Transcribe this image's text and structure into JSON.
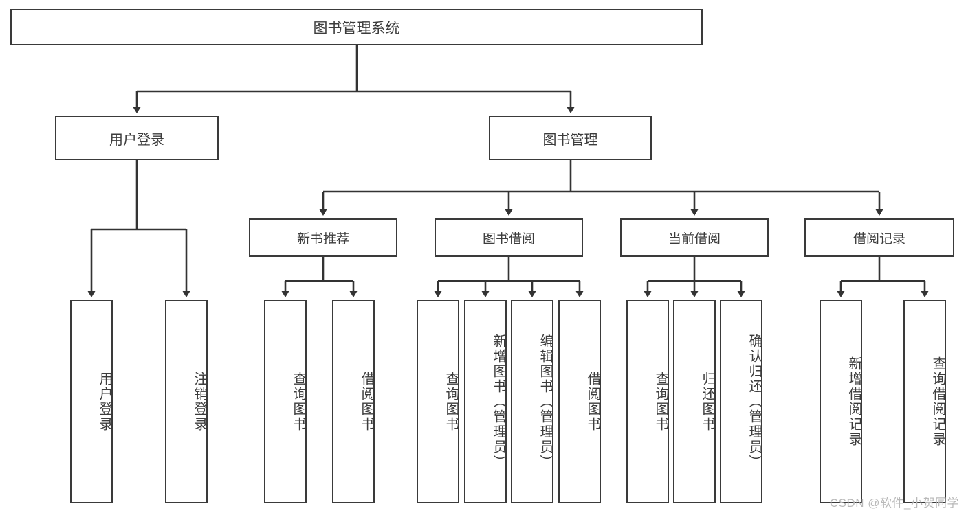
{
  "diagram": {
    "title": "图书管理系统",
    "watermark": "CSDN @软件_小贺同学",
    "colors": {
      "box_border": "#3a3a3a",
      "text": "#3c3c3c",
      "background": "#ffffff",
      "connector": "#333333",
      "watermark": "#b9b9b9"
    },
    "root": {
      "label": "图书管理系统"
    },
    "level2": [
      {
        "label": "用户登录"
      },
      {
        "label": "图书管理"
      }
    ],
    "level3": [
      {
        "label": "新书推荐"
      },
      {
        "label": "图书借阅"
      },
      {
        "label": "当前借阅"
      },
      {
        "label": "借阅记录"
      }
    ],
    "leaves": {
      "user_login": [
        {
          "label": "用户登录"
        },
        {
          "label": "注销登录"
        }
      ],
      "new_book_recommend": [
        {
          "label": "查询图书"
        },
        {
          "label": "借阅图书"
        }
      ],
      "book_borrow": [
        {
          "label": "查询图书"
        },
        {
          "label": "新增图书（管理员）"
        },
        {
          "label": "编辑图书（管理员）"
        },
        {
          "label": "借阅图书"
        }
      ],
      "current_borrow": [
        {
          "label": "查询图书"
        },
        {
          "label": "归还图书"
        },
        {
          "label": "确认归还（管理员）"
        }
      ],
      "borrow_record": [
        {
          "label": "新增借阅记录"
        },
        {
          "label": "查询借阅记录"
        }
      ]
    }
  }
}
